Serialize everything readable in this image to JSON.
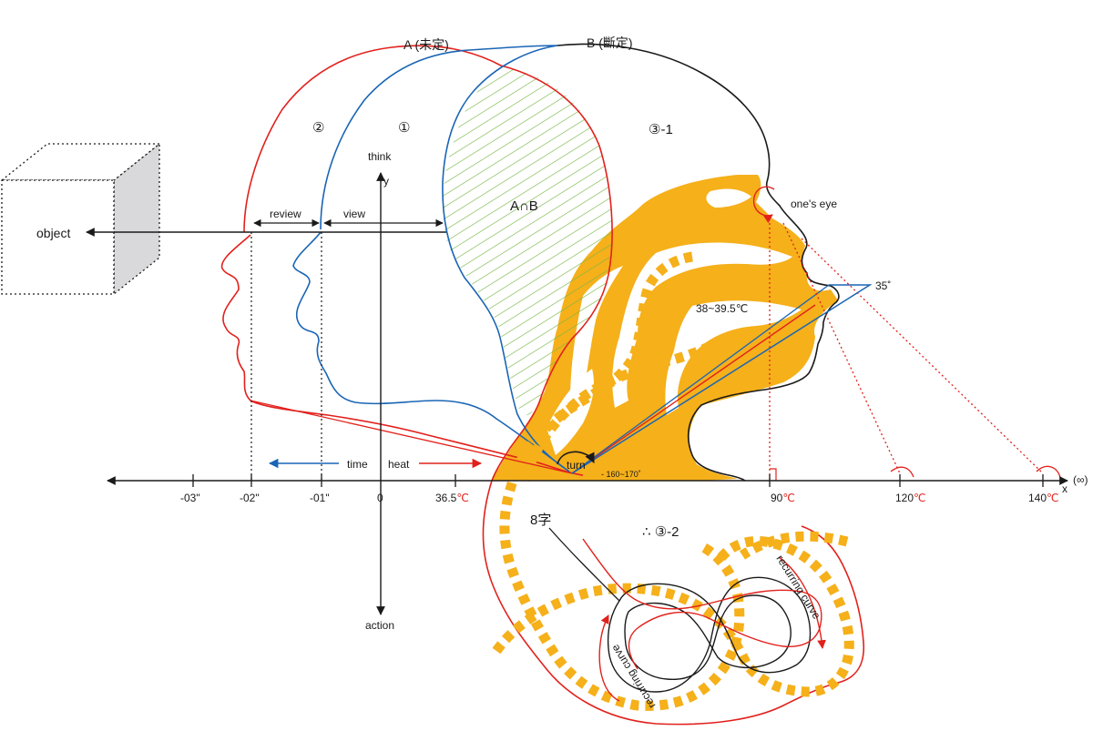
{
  "labels": {
    "head_a": "A (未定)",
    "head_b": "B (斷定)",
    "region_2": "②",
    "region_1": "①",
    "region_3_1": "③-1",
    "intersection": "A∩B",
    "object": "object",
    "review": "review",
    "view": "view",
    "think": "think",
    "y_axis": "y",
    "action": "action",
    "x_axis": "x",
    "infinity": "(∞)",
    "ones_eye": "one's eye",
    "angle_35": "35˚",
    "temp_range": "38~39.5℃",
    "time": "time",
    "heat": "heat",
    "turn": "turn",
    "turn_angle": "- 160~170˚",
    "figure8": "8字",
    "region_3_2": "∴ ③-2",
    "recurring_curve_1": "recurring curve",
    "recurring_curve_2": "recurring curve"
  },
  "axis_ticks": {
    "t_m03": "-03\"",
    "t_m02": "-02\"",
    "t_m01": "-01\"",
    "t_0": "0",
    "t_365_num": "36.5",
    "t_90_num": "90",
    "t_120_num": "120",
    "t_140_num": "140",
    "celsius": "℃"
  },
  "colors": {
    "red": "#e2211c",
    "blue": "#1a65b5",
    "black": "#1a1a1a",
    "orange": "#f5b01a",
    "green_hatch": "#7ab648",
    "cube_side": "#d9d9db"
  }
}
